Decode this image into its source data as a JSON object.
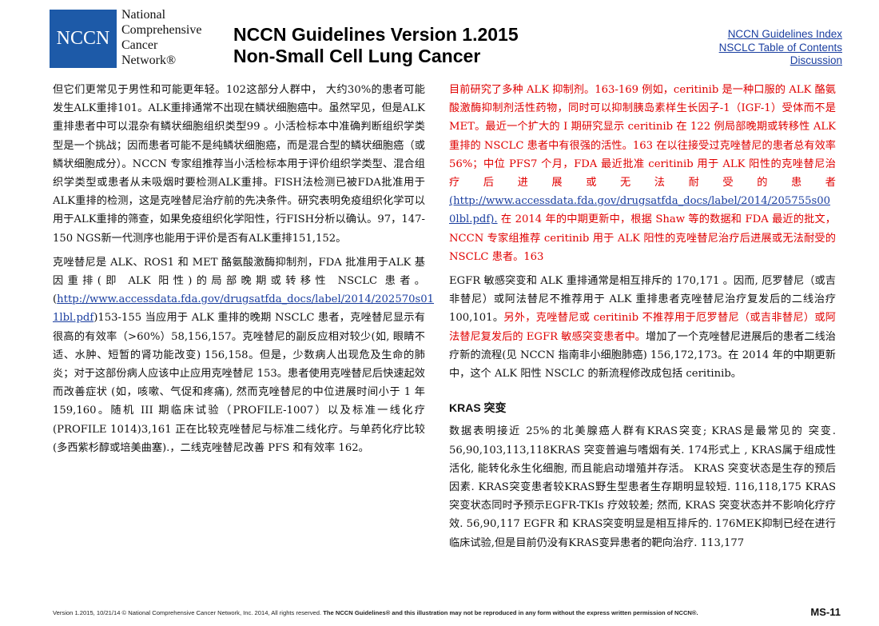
{
  "header": {
    "logo_mark": "NCCN",
    "logo_lines": [
      "National",
      "Comprehensive",
      "Cancer",
      "Network®"
    ],
    "title_line1": "NCCN Guidelines Version 1.2015",
    "title_line2": "Non-Small Cell Lung Cancer",
    "links": [
      "NCCN Guidelines Index",
      "NSCLC Table of Contents",
      "Discussion"
    ]
  },
  "left": {
    "p1": "但它们更常见于男性和可能更年轻。102这部分人群中， 大约30%的患者可能发生ALK重排101。ALK重排通常不出现在鳞状细胞癌中。虽然罕见，但是ALK重排患者中可以混杂有鳞状细胞组织类型99 。小活检标本中准确判断组织学类型是一个挑战；因而患者可能不是纯鳞状细胞癌，而是混合型的鳞状细胞癌（或鳞状细胞成分）。NCCN 专家组推荐当小活检标本用于评价组织学类型、混合组织学类型或患者从未吸烟时要检测ALK重排。FISH法检测已被FDA批准用于ALK重排的检测，这是克唑替尼治疗前的先决条件。研究表明免疫组织化学可以用于ALK重排的筛查，如果免疫组织化学阳性，行FISH分析以确认。97，147-150 NGS新一代测序也能用于评价是否有ALK重排151,152。",
    "p2_a": "克唑替尼是 ALK、ROS1 和 MET 酪氨酸激酶抑制剂，FDA 批准用于ALK 基因重排(即 ALK 阳性)的局部晚期或转移性 NSCLC 患者。(",
    "p2_link": "http://www.accessdata.fda.gov/drugsatfda_docs/label/2014/202570s01 1lbl.pdf",
    "p2_b": ")153-155 当应用于 ALK 重排的晚期 NSCLC 患者，克唑替尼显示有很高的有效率（>60%）58,156,157。克唑替尼的副反应相对较少(如, 眼睛不适、水肿、短暂的肾功能改变) 156,158。但是，少数病人出现危及生命的肺炎；对于这部份病人应该中止应用克唑替尼 153。患者使用克唑替尼后快速起效而改善症状 (如，咳嗽、气促和疼痛), 然而克唑替尼的中位进展时间小于 1 年 159,160。随机 III 期临床试验（PROFILE-1007）以及标准一线化疗(PROFILE 1014)3,161 正在比较克唑替尼与标准二线化疗。与单药化疗比较(多西紫杉醇或培美曲塞).，二线克唑替尼改善 PFS 和有效率 162。"
  },
  "right": {
    "p1_red_a": "目前研究了多种 ALK 抑制剂。163-169 例如，ceritinib 是一种口服的 ALK 酪氨酸激酶抑制剂活性药物，同时可以抑制胰岛素样生长因子-1（IGF-1）受体而不是 MET。最近一个扩大的 I 期研究显示 ceritinib 在 122 例局部晚期或转移性 ALK 重排的 NSCLC 患者中有很强的活性。163 在以往接受过克唑替尼的患者总有效率 56%；中位 PFS7 个月，FDA 最近批准 ceritinib 用于 ALK 阳性的克唑替尼治疗后进展或无法耐受的患者",
    "p1_link": "(http://www.accessdata.fda.gov/drugsatfda_docs/label/2014/205755s00 0lbl.pdf).",
    "p1_red_b": "在 2014 年的中期更新中，根据 Shaw 等的数据和 FDA 最近的批文， NCCN 专家组推荐 ceritinib 用于 ALK 阳性的克唑替尼治疗后进展或无法耐受的 NSCLC 患者。163",
    "p2_a": "EGFR 敏感突变和 ALK 重排通常是相互排斥的 170,171 。因而, 厄罗替尼（或吉非替尼）或阿法替尼不推荐用于 ALK 重排患者克唑替尼治疗复发后的二线治疗100,101。",
    "p2_red": "另外，克唑替尼或 ceritinib 不推荐用于厄罗替尼（或吉非替尼）或阿法替尼复发后的 EGFR 敏感突变患者中。",
    "p2_b": "增加了一个克唑替尼进展后的患者二线治疗新的流程(见 NCCN 指南非小细胞肺癌) 156,172,173。在 2014 年的中期更新中，这个 ALK 阳性 NSCLC 的新流程修改成包括 ceritinib。",
    "heading": "KRAS 突变",
    "p3": "数据表明接近 25%的北美腺癌人群有KRAS突变; KRAS是最常见的 突变. 56,90,103,113,118KRAS 突变普遍与嗜烟有关. 174形式上 , KRAS属于组成性活化, 能转化永生化细胞, 而且能启动增殖并存活。 KRAS 突变状态是生存的预后因素. KRAS突变患者较KRAS野生型患者生存期明显较短. 116,118,175 KRAS 突变状态同时予预示EGFR-TKIs 疗效较差; 然而, KRAS 突变状态并不影响化疗疗效. 56,90,117 EGFR 和 KRAS突变明显是相互排斥的. 176MEK抑制已经在进行临床试验,但是目前仍没有KRAS变异患者的靶向治疗. 113,177"
  },
  "footer": {
    "text_plain": "Version 1.2015, 10/21/14 © National Comprehensive Cancer Network, Inc. 2014, All rights reserved. ",
    "text_bold": "The NCCN Guidelines® and this illustration may not be reproduced in any form without the express written permission of NCCN®.",
    "page": "MS-11"
  }
}
